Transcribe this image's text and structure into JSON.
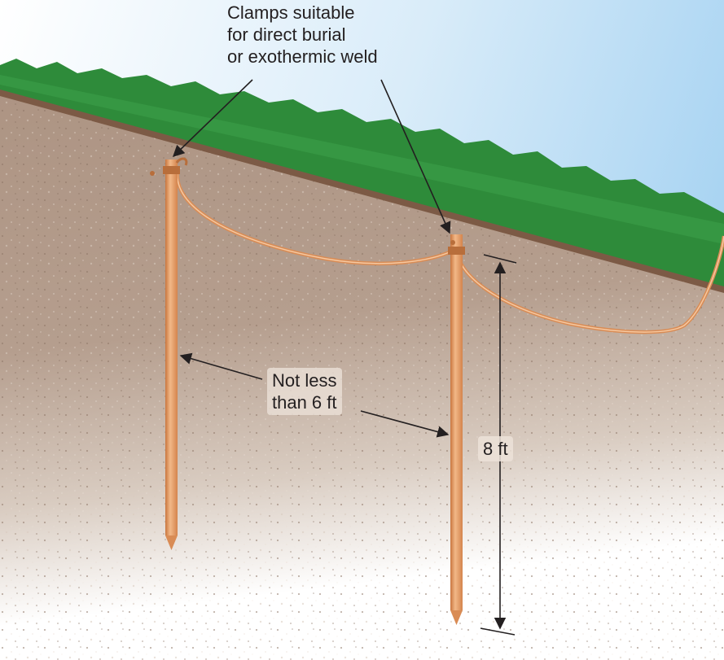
{
  "labels": {
    "clamps": {
      "line1": "Clamps suitable",
      "line2": "for direct burial",
      "line3": "or exothermic weld"
    },
    "spacing": {
      "line1": "Not less",
      "line2": "than 6 ft"
    },
    "depth": "8 ft"
  },
  "colors": {
    "sky": "#bfe0f6",
    "grass": "#2e8b3a",
    "soil": "#b29a89",
    "soil_fade": "#ffffff",
    "copper": "#e6a06a",
    "conductor": "#e8a26d",
    "ink": "#231f20"
  }
}
